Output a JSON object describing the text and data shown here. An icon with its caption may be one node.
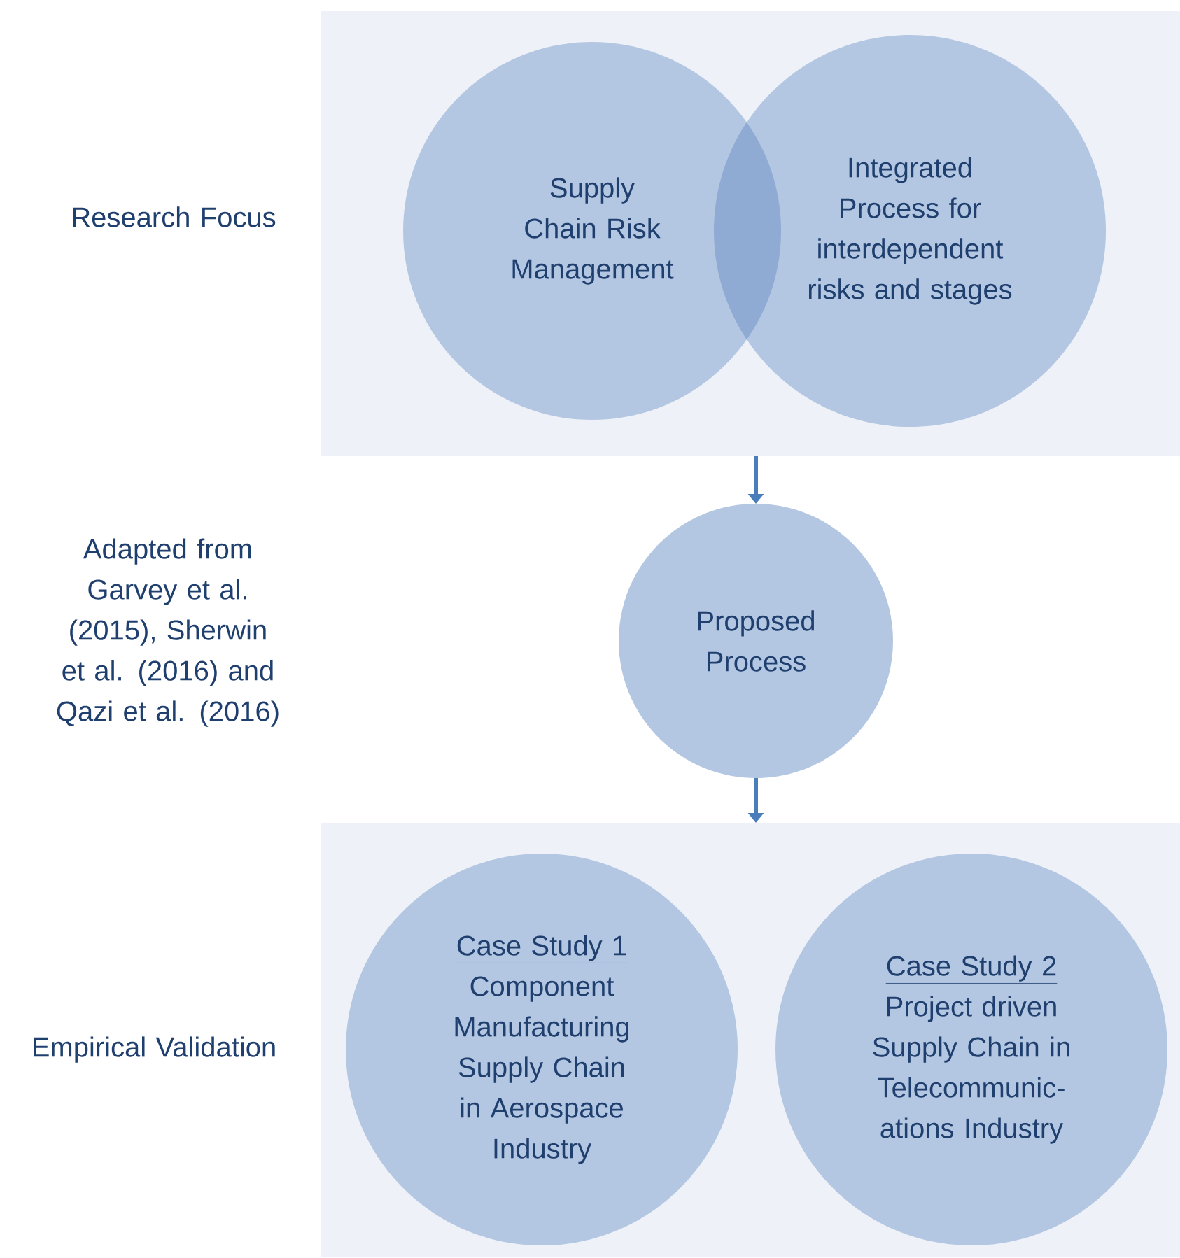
{
  "diagram": {
    "nodes": [
      {
        "text": [],
        "shape": "box"
      },
      {
        "text": [
          "Supply Chain Risk Management"
        ],
        "in": 0
      },
      {
        "text": [
          "Integrated Process for interdependent risks and stages"
        ],
        "in": 0
      },
      {
        "text": [
          "Proposed Process"
        ]
      },
      {
        "text": [],
        "shape": "box"
      },
      {
        "text": [
          "Case Study 1",
          "Component Manufacturing Supply Chain in Aerospace Industry"
        ],
        "in": 4
      },
      {
        "text": [
          "Case Study 2",
          "Project driven Supply Chain in Telecommunic-ations Industry"
        ],
        "in": 4
      }
    ],
    "edges": [
      {
        "from": 0,
        "to": 3,
        "arrow": "to"
      },
      {
        "from": 3,
        "to": 4,
        "arrow": "to"
      }
    ],
    "labels": [
      "Research Focus",
      "Adapted from Garvey et al. (2015), Sherwin et al. (2016) and Qazi et al. (2016)",
      "Empirical Validation"
    ]
  }
}
